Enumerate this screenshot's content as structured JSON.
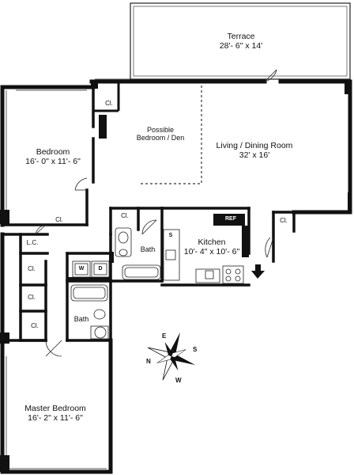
{
  "rooms": {
    "terrace": {
      "name": "Terrace",
      "dims": "28'- 6\" x 14'"
    },
    "bedroom": {
      "name": "Bedroom",
      "dims": "16'- 0\" x 11'- 6\""
    },
    "den": {
      "name_line1": "Possible",
      "name_line2": "Bedroom / Den"
    },
    "living": {
      "name": "Living / Dining Room",
      "dims": "32' x 16'"
    },
    "kitchen": {
      "name": "Kitchen",
      "dims": "10'- 4\" x 10'- 6\""
    },
    "bath1": {
      "name": "Bath"
    },
    "bath2": {
      "name": "Bath"
    },
    "master": {
      "name": "Master Bedroom",
      "dims": "16'- 2\" x 11'- 6\""
    }
  },
  "closets": {
    "cl_den": "Cl.",
    "cl_bed": "Cl.",
    "cl_bath": "Cl.",
    "cl_entry": "Cl.",
    "lc": "L.C.",
    "cl_a": "Cl.",
    "cl_b": "Cl.",
    "cl_c": "Cl."
  },
  "fixtures": {
    "washer": "W",
    "dryer": "D",
    "refrigerator": "REF",
    "sink": "S"
  },
  "compass": {
    "n": "N",
    "e": "E",
    "s": "S",
    "w": "W"
  }
}
